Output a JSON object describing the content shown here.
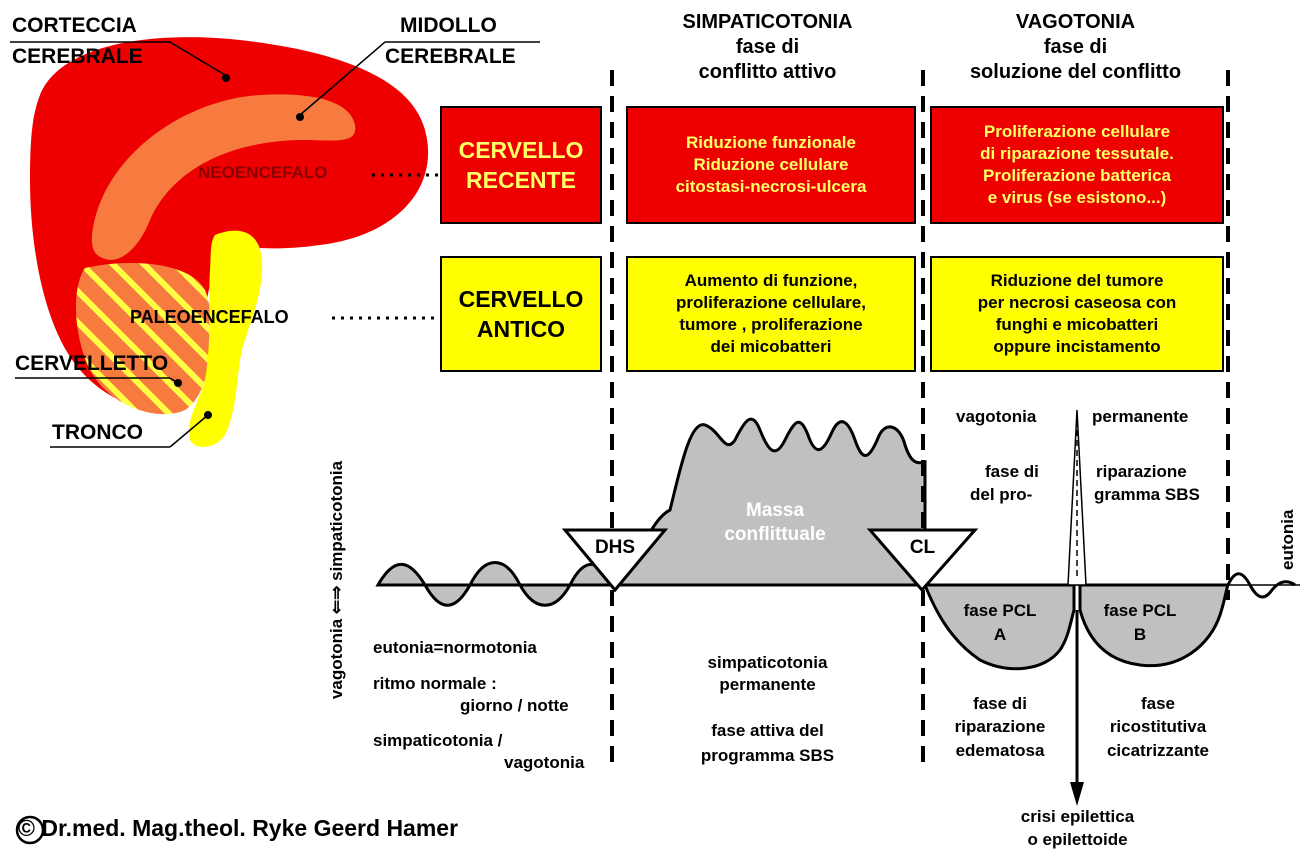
{
  "labels": {
    "corteccia_1": "CORTECCIA",
    "corteccia_2": "CEREBRALE",
    "midollo_1": "MIDOLLO",
    "midollo_2": "CEREBRALE",
    "neoencefalo": "NEOENCEFALO",
    "paleoencefalo": "PALEOENCEFALO",
    "cervelletto": "CERVELLETTO",
    "tronco": "TRONCO"
  },
  "headers": {
    "simpatico_title": "SIMPATICOTONIA",
    "simpatico_sub1": "fase di",
    "simpatico_sub2": "conflitto attivo",
    "vago_title": "VAGOTONIA",
    "vago_sub1": "fase di",
    "vago_sub2": "soluzione del conflitto"
  },
  "boxes": {
    "cervello_recente": "CERVELLO\nRECENTE",
    "recente_attiva": "Riduzione funzionale\nRiduzione cellulare\ncitostasi-necrosi-ulcera",
    "recente_soluzione": "Proliferazione cellulare\ndi riparazione tessutale.\nProliferazione batterica\ne virus (se esistono...)",
    "cervello_antico": "CERVELLO\nANTICO",
    "antico_attiva": "Aumento di funzione,\nproliferazione cellulare,\ntumore , proliferazione\ndei micobatteri",
    "antico_soluzione": "Riduzione del tumore\nper necrosi caseosa con\nfunghi e micobatteri\noppure incistamento"
  },
  "curve": {
    "axis_label": "vagotonia ⇐⇒ simpaticotonia",
    "dhs": "DHS",
    "cl": "CL",
    "massa_1": "Massa",
    "massa_2": "conflittuale",
    "vagotonia": "vagotonia",
    "permanente": "permanente",
    "fase_di": "fase di",
    "riparazione": "riparazione",
    "del_pro": "del pro-",
    "gramma_sbs": "gramma SBS",
    "eutonia_right": "eutonia",
    "pcl_a_1": "fase PCL",
    "pcl_a_2": "A",
    "pcl_b_1": "fase PCL",
    "pcl_b_2": "B"
  },
  "bottom": {
    "eutonia": "eutonia=normotonia",
    "ritmo_1": "ritmo normale :",
    "ritmo_2": "giorno / notte",
    "simp_vago_1": "simpaticotonia /",
    "simp_vago_2": "vagotonia",
    "simp_perm_1": "simpaticotonia",
    "simp_perm_2": "permanente",
    "fase_attiva_1": "fase attiva del",
    "fase_attiva_2": "programma SBS",
    "edem_1": "fase di",
    "edem_2": "riparazione",
    "edem_3": "edematosa",
    "cicat_1": "fase",
    "cicat_2": "ricostitutiva",
    "cicat_3": "cicatrizzante",
    "crisi_1": "crisi epilettica",
    "crisi_2": "o epilettoide"
  },
  "copyright": "© Dr.med. Mag.theol. Ryke Geerd Hamer",
  "colors": {
    "red": "#ee0000",
    "orange": "#f77a3f",
    "yellow": "#ffff00",
    "gray": "#c0c0c0",
    "text_yellow": "#ffff66"
  }
}
